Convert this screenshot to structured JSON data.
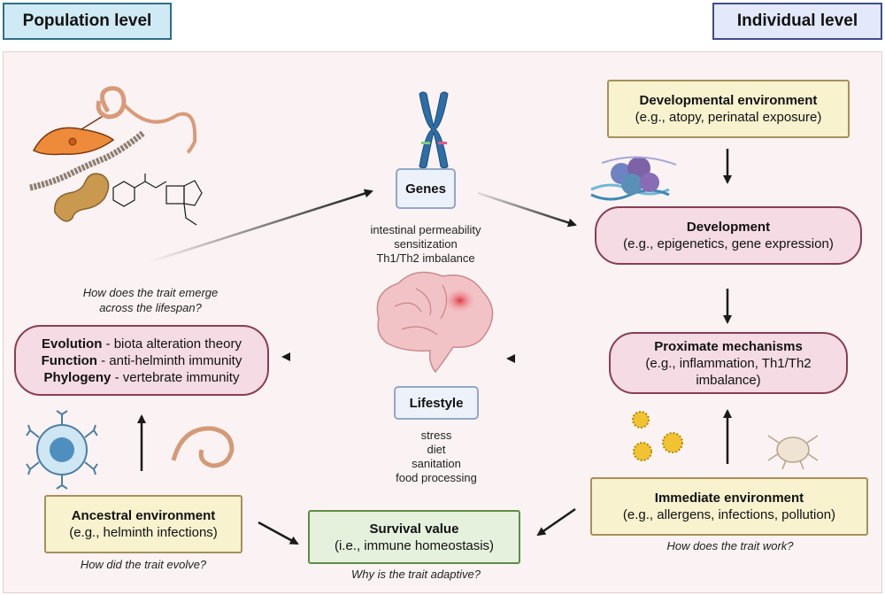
{
  "headers": {
    "population": "Population level",
    "individual": "Individual level"
  },
  "nodes": {
    "genes": {
      "title": "Genes"
    },
    "genes_notes": [
      "intestinal permeability",
      "sensitization",
      "Th1/Th2 imbalance"
    ],
    "lifestyle": {
      "title": "Lifestyle"
    },
    "lifestyle_notes": [
      "stress",
      "diet",
      "sanitation",
      "food processing"
    ],
    "developmental_env": {
      "title": "Developmental environment",
      "subtitle": "(e.g., atopy, perinatal exposure)"
    },
    "development": {
      "title": "Development",
      "subtitle": "(e.g., epigenetics, gene expression)"
    },
    "proximate": {
      "title": "Proximate mechanisms",
      "subtitle_1": "(e.g., inflammation, Th1/Th2",
      "subtitle_2": "imbalance)"
    },
    "immediate_env": {
      "title": "Immediate environment",
      "subtitle": "(e.g., allergens,  infections, pollution)"
    },
    "survival": {
      "title": "Survival value",
      "subtitle": "(i.e., immune homeostasis)"
    },
    "ancestral_env": {
      "title": "Ancestral environment",
      "subtitle": "(e.g., helminth infections)"
    },
    "evo_box": {
      "row1_bold": "Evolution",
      "row1_text": " - biota alteration theory",
      "row2_bold": "Function",
      "row2_text": " - anti-helminth immunity",
      "row3_bold": "Phylogeny",
      "row3_text": " - vertebrate immunity"
    }
  },
  "questions": {
    "lifespan_1": "How does the trait emerge",
    "lifespan_2": "across the lifespan?",
    "evolve": "How did the trait evolve?",
    "adaptive": "Why is the trait adaptive?",
    "work": "How does the trait work?"
  },
  "colors": {
    "yellow_fill": "#f8f2cf",
    "pink_fill": "#f5dbe4",
    "green_fill": "#e5f1dd",
    "population_header": "#cfeaf5",
    "individual_header": "#e4e8fb"
  },
  "icons": [
    "parasites-icon",
    "peanut-icon",
    "penicillin-molecule-icon",
    "chromosome-icon",
    "dna-nucleosome-icon",
    "brain-icon",
    "immune-cell-icon",
    "worm-icon",
    "pollen-icon",
    "dust-mite-icon"
  ]
}
